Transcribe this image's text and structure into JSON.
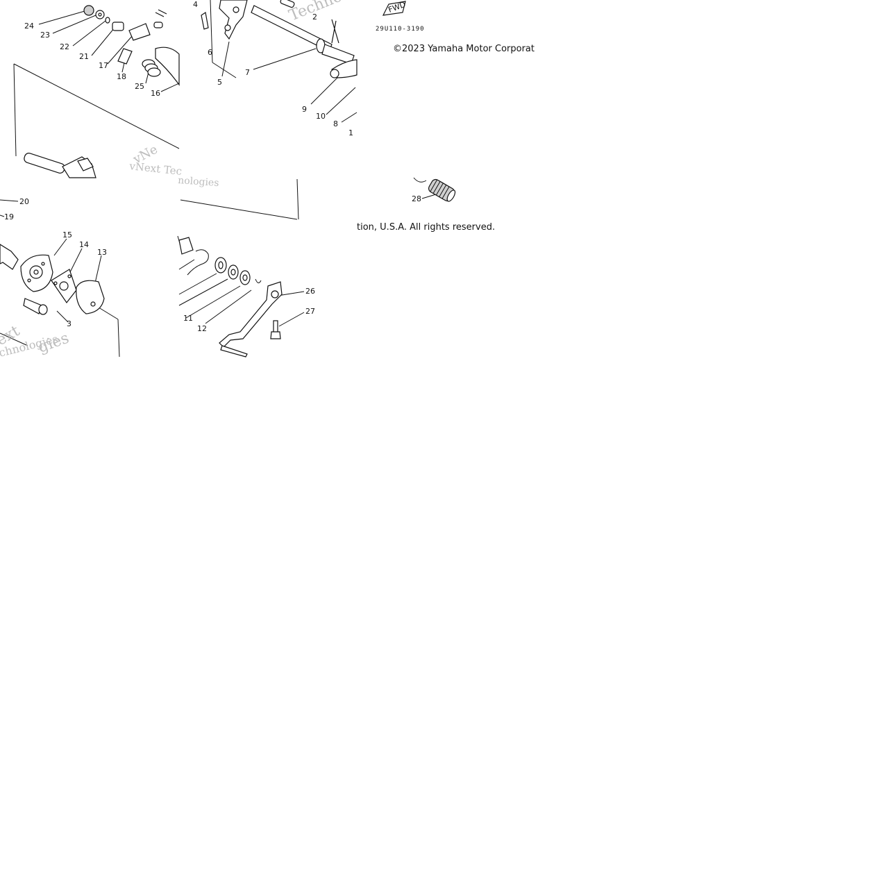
{
  "diagram": {
    "copyright_top": "©2023 Yamaha Motor Corporat",
    "copyright_bottom": "tion, U.S.A. All rights reserved.",
    "diagram_code": "29U110-3190",
    "fwd_label": "FWD",
    "watermarks": [
      "Techno",
      "vNext Tec",
      "nologies",
      "ext",
      "chnologies",
      "gies"
    ],
    "part_labels": [
      "24",
      "23",
      "22",
      "21",
      "17",
      "18",
      "25",
      "16",
      "4",
      "6",
      "5",
      "7",
      "2",
      "9",
      "10",
      "8",
      "1",
      "20",
      "19",
      "15",
      "14",
      "13",
      "3",
      "11",
      "12",
      "26",
      "27",
      "28"
    ]
  }
}
